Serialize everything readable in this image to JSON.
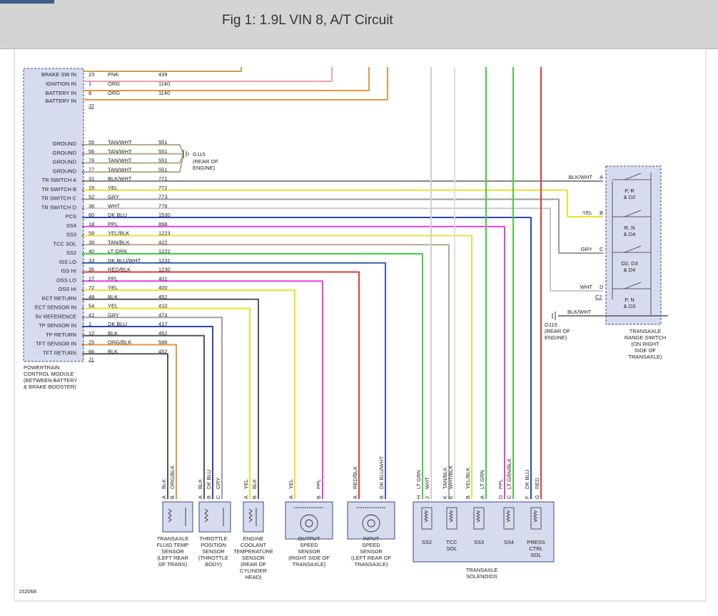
{
  "header": {
    "title": "Fig 1: 1.9L VIN 8, A/T Circuit"
  },
  "figure_id": "152068",
  "pcm": {
    "label": [
      "POWERTRAIN",
      "CONTROL MODULE",
      "(BETWEEN BATTERY",
      "& BRAKE BOOSTER)"
    ],
    "connector_j2": "J2",
    "connector_j1": "J1",
    "top_rows": [
      {
        "name": "BRAKE SW IN",
        "pin": "23",
        "color": "PNK",
        "circuit": "439",
        "hex": "#f2a0b4"
      },
      {
        "name": "IGNITION IN",
        "pin": "1",
        "color": "ORG",
        "circuit": "1140",
        "hex": "#e8973e"
      },
      {
        "name": "BATTERY IN",
        "pin": "8",
        "color": "ORG",
        "circuit": "1140",
        "hex": "#e8973e"
      }
    ],
    "top_row_extra": {
      "name": "BATTERY IN"
    },
    "rows": [
      {
        "name": "GROUND",
        "pin": "55",
        "color": "TAN/WHT",
        "circuit": "551",
        "hex": "#bba88a"
      },
      {
        "name": "GROUND",
        "pin": "56",
        "color": "TAN/WHT",
        "circuit": "551",
        "hex": "#bba88a"
      },
      {
        "name": "GROUND",
        "pin": "76",
        "color": "TAN/WHT",
        "circuit": "551",
        "hex": "#bba88a"
      },
      {
        "name": "GROUND",
        "pin": "77",
        "color": "TAN/WHT",
        "circuit": "551",
        "hex": "#bba88a"
      },
      {
        "name": "TR SWITCH A",
        "pin": "31",
        "color": "BLK/WHT",
        "circuit": "771",
        "hex": "#888888"
      },
      {
        "name": "TR SWITCH B",
        "pin": "15",
        "color": "YEL",
        "circuit": "772",
        "hex": "#f0e02a"
      },
      {
        "name": "TR SWITCH C",
        "pin": "52",
        "color": "GRY",
        "circuit": "773",
        "hex": "#9a9a9a"
      },
      {
        "name": "TR SWITCH D",
        "pin": "36",
        "color": "WHT",
        "circuit": "776",
        "hex": "#c8c8c8"
      },
      {
        "name": "PCS",
        "pin": "60",
        "color": "DK BLU",
        "circuit": "1530",
        "hex": "#2a4aa8"
      },
      {
        "name": "SS4",
        "pin": "18",
        "color": "PPL",
        "circuit": "898",
        "hex": "#e040e0"
      },
      {
        "name": "SS3",
        "pin": "59",
        "color": "YEL/BLK",
        "circuit": "1223",
        "hex": "#e8e040"
      },
      {
        "name": "TCC SOL",
        "pin": "39",
        "color": "TAN/BLK",
        "circuit": "422",
        "hex": "#b8a890"
      },
      {
        "name": "SS2",
        "pin": "40",
        "color": "LT GRN",
        "circuit": "1222",
        "hex": "#40d040"
      },
      {
        "name": "ISS LO",
        "pin": "33",
        "color": "DK BLU/WHT",
        "circuit": "1231",
        "hex": "#3a5aa8"
      },
      {
        "name": "ISS HI",
        "pin": "35",
        "color": "RED/BLK",
        "circuit": "1230",
        "hex": "#e03a3a"
      },
      {
        "name": "OSS LO",
        "pin": "27",
        "color": "PPL",
        "circuit": "401",
        "hex": "#e040e0"
      },
      {
        "name": "OSS HI",
        "pin": "72",
        "color": "YEL",
        "circuit": "400",
        "hex": "#f0e02a"
      },
      {
        "name": "ECT RETURN",
        "pin": "48",
        "color": "BLK",
        "circuit": "452",
        "hex": "#555555"
      },
      {
        "name": "ECT SENSOR IN",
        "pin": "54",
        "color": "YEL",
        "circuit": "410",
        "hex": "#f0e02a"
      },
      {
        "name": "5V REFERENCE",
        "pin": "41",
        "color": "GRY",
        "circuit": "474",
        "hex": "#a0a0a0"
      },
      {
        "name": "TP SENSOR IN",
        "pin": "1",
        "color": "DK BLU",
        "circuit": "417",
        "hex": "#2a4aa8"
      },
      {
        "name": "TP RETURN",
        "pin": "12",
        "color": "BLK",
        "circuit": "452",
        "hex": "#555555"
      },
      {
        "name": "TFT SENSOR IN",
        "pin": "25",
        "color": "ORG/BLK",
        "circuit": "586",
        "hex": "#e8973e"
      },
      {
        "name": "TFT RETURN",
        "pin": "66",
        "color": "BLK",
        "circuit": "452",
        "hex": "#555555"
      }
    ]
  },
  "ground_top": {
    "name": "G115",
    "note": [
      "(REAR OF",
      "ENGINE)"
    ]
  },
  "ground_bottom": {
    "name": "G115",
    "note": [
      "(REAR OF",
      "ENGINE)"
    ]
  },
  "range_switch": {
    "label": [
      "TRANSAXLE",
      "RANGE SWITCH",
      "(ON RIGHT",
      "SIDE OF",
      "TRANSAXLE)"
    ],
    "wires": [
      {
        "color": "BLK/WHT",
        "pin": "A"
      },
      {
        "color": "YEL",
        "pin": "B"
      },
      {
        "color": "GRY",
        "pin": "C"
      },
      {
        "color": "WHT",
        "pin": "D"
      }
    ],
    "connector": "C2",
    "ground_wire": "BLK/WHT",
    "positions": [
      [
        "P, R",
        "& D2"
      ],
      [
        "R, N",
        "& D4"
      ],
      [
        "D2, D3",
        "& D4"
      ],
      [
        "P, N",
        "& D3"
      ]
    ]
  },
  "components": [
    {
      "label": [
        "TRANSAXLE",
        "FLUID TEMP",
        "SENSOR",
        "(LEFT REAR",
        "OF TRANS)"
      ],
      "pins": [
        {
          "pin": "A",
          "color": "BLK"
        },
        {
          "pin": "B",
          "color": "ORG/BLK"
        }
      ]
    },
    {
      "label": [
        "THROTTLE",
        "POSITION",
        "SENSOR",
        "(THROTTLE",
        "BODY)"
      ],
      "pins": [
        {
          "pin": "A",
          "color": "BLK"
        },
        {
          "pin": "B",
          "color": "DK BLU"
        },
        {
          "pin": "C",
          "color": "GRY"
        }
      ]
    },
    {
      "label": [
        "ENGINE",
        "COOLANT",
        "TEMPERATURE",
        "SENSOR",
        "(REAR OF",
        "CYLINDER",
        "HEAD)"
      ],
      "pins": [
        {
          "pin": "A",
          "color": "YEL"
        },
        {
          "pin": "B",
          "color": "BLK"
        }
      ]
    },
    {
      "label": [
        "OUTPUT",
        "SPEED",
        "SENSOR",
        "(RIGHT SIDE OF",
        "TRANSAXLE)"
      ],
      "pins": [
        {
          "pin": "A",
          "color": "YEL"
        },
        {
          "pin": "B",
          "color": "PPL"
        }
      ]
    },
    {
      "label": [
        "INPUT",
        "SPEED",
        "SENSOR",
        "(LEFT REAR OF",
        "TRANSAXLE)"
      ],
      "pins": [
        {
          "pin": "A",
          "color": "RED/BLK"
        },
        {
          "pin": "B",
          "color": "DK BLU/WHT"
        }
      ]
    }
  ],
  "solenoids": {
    "label": [
      "TRANSAXLE",
      "SOLENOIDS"
    ],
    "pins": [
      {
        "pin": "H",
        "color": "LT GRN"
      },
      {
        "pin": "J",
        "color": "WHT"
      },
      {
        "pin": "K",
        "color": "TAN/BLK"
      },
      {
        "pin": "E",
        "color": "WHT/BLK"
      },
      {
        "pin": "B",
        "color": "YEL/BLK"
      },
      {
        "pin": "A",
        "color": "LT GRN"
      },
      {
        "pin": "D",
        "color": "PPL"
      },
      {
        "pin": "C",
        "color": "LT GRN/BLK"
      },
      {
        "pin": "F",
        "color": "DK BLU"
      },
      {
        "pin": "G",
        "color": "RED"
      }
    ],
    "names": [
      [
        "SS2"
      ],
      [
        "TCC",
        "SOL"
      ],
      [
        "SS3"
      ],
      [
        "SS4"
      ],
      [
        "PRESS",
        "CTRL",
        "SOL"
      ]
    ]
  }
}
